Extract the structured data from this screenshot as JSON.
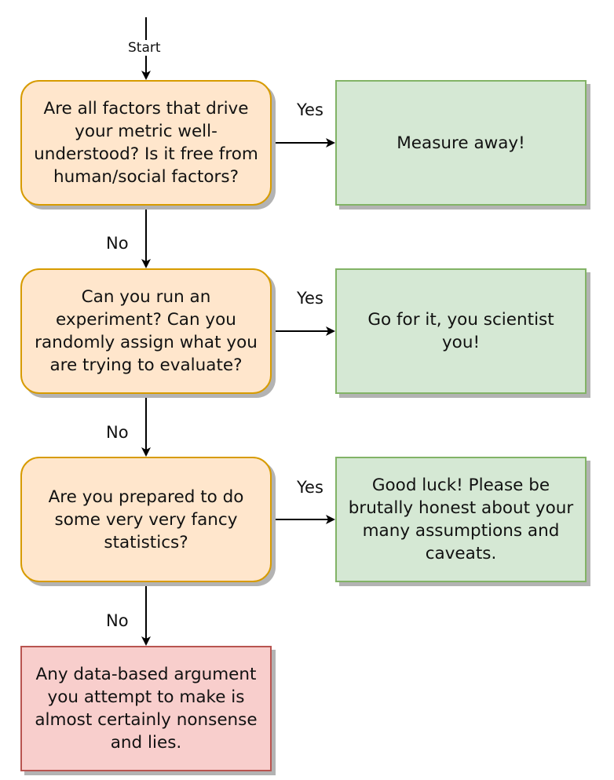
{
  "start_label": "Start",
  "yes_label": "Yes",
  "no_label": "No",
  "decisions": [
    {
      "text": "Are all factors that drive your metric well-understood? Is it free from human/social factors?"
    },
    {
      "text": "Can you run an experiment? Can you randomly assign what you are trying to evaluate?"
    },
    {
      "text": "Are you prepared to do some very very fancy statistics?"
    }
  ],
  "outcomes": [
    {
      "text": "Measure away!"
    },
    {
      "text": "Go for it, you scientist you!"
    },
    {
      "text": "Good luck! Please be brutally honest about your many assumptions and caveats."
    }
  ],
  "final": {
    "text": "Any data-based argument you attempt to make is almost certainly nonsense and lies."
  },
  "colors": {
    "decision_fill": "#ffe6cc",
    "decision_stroke": "#d79b00",
    "outcome_fill": "#d5e8d4",
    "outcome_stroke": "#82b366",
    "final_fill": "#f8cecc",
    "final_stroke": "#b85450"
  }
}
